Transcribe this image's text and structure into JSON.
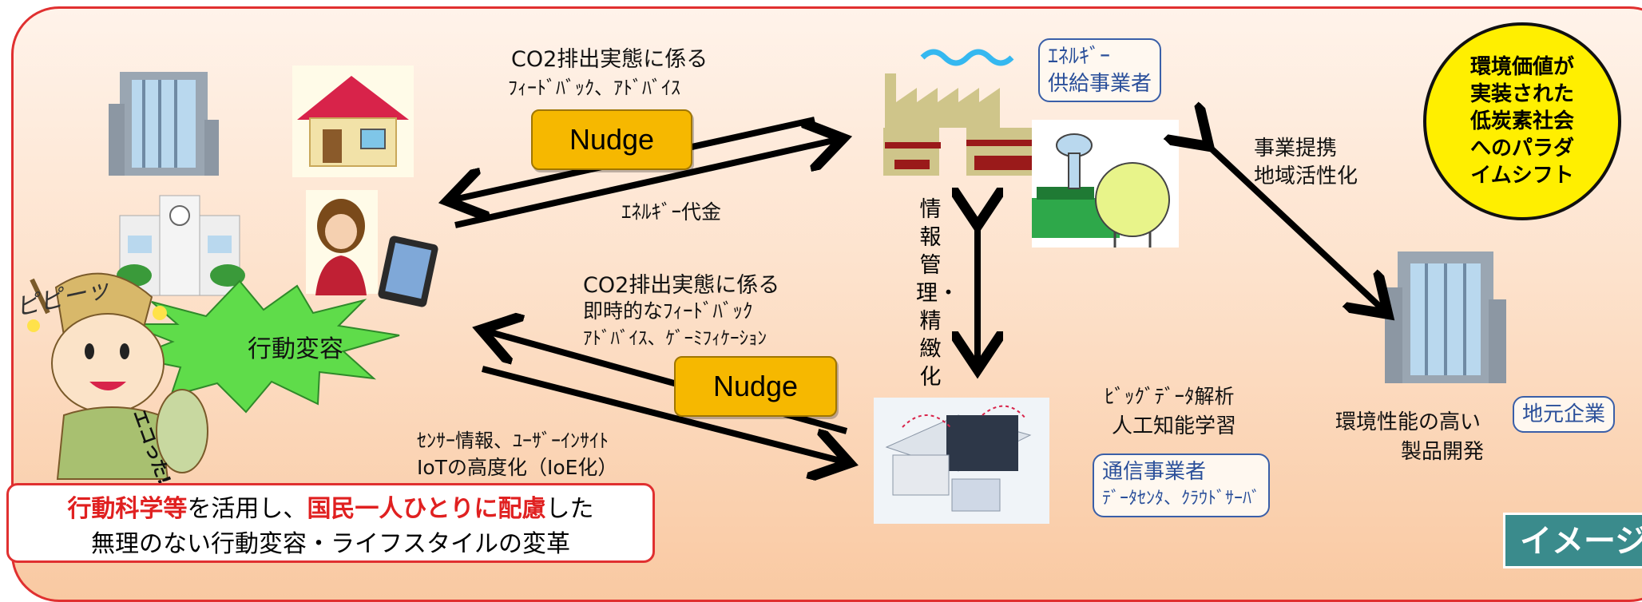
{
  "labels": {
    "co2_feedback_top": "CO2排出実態に係る",
    "feedback_advice_top": "ﾌｨｰﾄﾞﾊﾞｯｸ、ｱﾄﾞﾊﾞｲｽ",
    "energy_fee": "ｴﾈﾙｷﾞｰ代金",
    "co2_feedback_mid": "CO2排出実態に係る",
    "realtime_feedback": "即時的なﾌｨｰﾄﾞﾊﾞｯｸ",
    "advice_gamification": "ｱﾄﾞﾊﾞｲｽ、ｹﾞｰﾐﾌｨｹｰｼｮﾝ",
    "sensor_info": "ｾﾝｻｰ情報、ﾕｰｻﾞｰｲﾝｻｲﾄ",
    "iot_advance": "IoTの高度化（IoE化）",
    "info_management": "情報管理・精緻化",
    "business_partnership": "事業提携",
    "regional_revitalization": "地域活性化",
    "bigdata": "ﾋﾞｯｸﾞﾃﾞｰﾀ解析",
    "ai_learning": "人工知能学習",
    "product_dev_1": "環境性能の高い",
    "product_dev_2": "製品開発",
    "behavior_change": "行動変容",
    "exclaim": "ピピーッ",
    "eco": "エコった!!"
  },
  "nudges": {
    "top": "Nudge",
    "bottom": "Nudge"
  },
  "actors": {
    "energy_supplier_line1": "ｴﾈﾙｷﾞｰ",
    "energy_supplier_line2": "供給事業者",
    "telecom_line1": "通信事業者",
    "telecom_line2": "ﾃﾞｰﾀｾﾝﾀ、ｸﾗｳﾄﾞｻｰﾊﾞ",
    "local_company": "地元企業"
  },
  "circle": {
    "line1": "環境価値が",
    "line2": "実装された",
    "line3": "低炭素社会",
    "line4": "へのパラダ",
    "line5": "イムシフト"
  },
  "bottom_box": {
    "part1_red": "行動科学等",
    "part2": "を活用し、",
    "part3_red": "国民一人ひとりに配慮",
    "part4": "した",
    "line2": "無理のない行動変容・ライフスタイルの変革"
  },
  "image_tag": "イメージ",
  "colors": {
    "border_red": "#e03030",
    "nudge_yellow": "#f6b800",
    "circle_yellow": "#ffef00",
    "accent_blue": "#2a4f9a",
    "burst_green": "#5fdc4a",
    "tag_teal": "#3a8b8c"
  }
}
